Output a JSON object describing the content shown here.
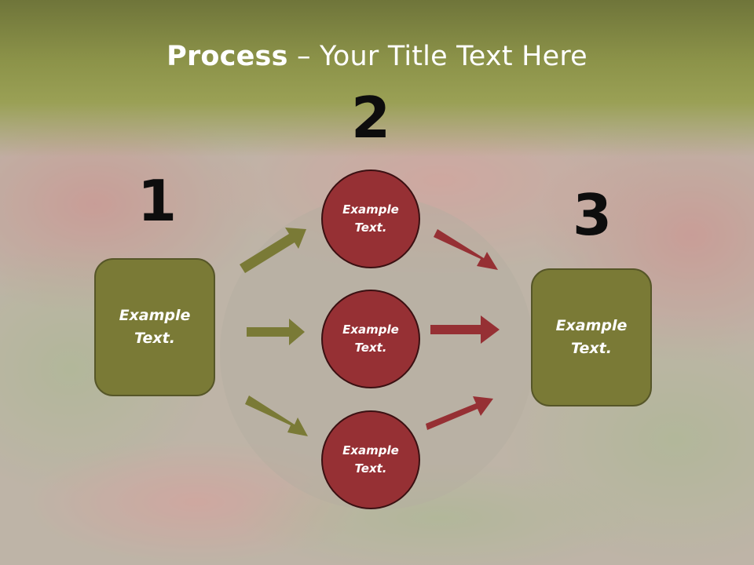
{
  "title": {
    "bold": "Process",
    "rest": " – Your Title Text Here"
  },
  "steps": {
    "one": "1",
    "two": "2",
    "three": "3"
  },
  "left_box": {
    "label": "Example Text."
  },
  "right_box": {
    "label": "Example Text."
  },
  "circles": [
    {
      "label": "Example Text."
    },
    {
      "label": "Example Text."
    },
    {
      "label": "Example Text."
    }
  ],
  "colors": {
    "box_fill": "#7a7a36",
    "circle_fill": "#963034",
    "green_arrow": "#7a7a36",
    "red_arrow": "#963034",
    "header": "#7f8540"
  }
}
